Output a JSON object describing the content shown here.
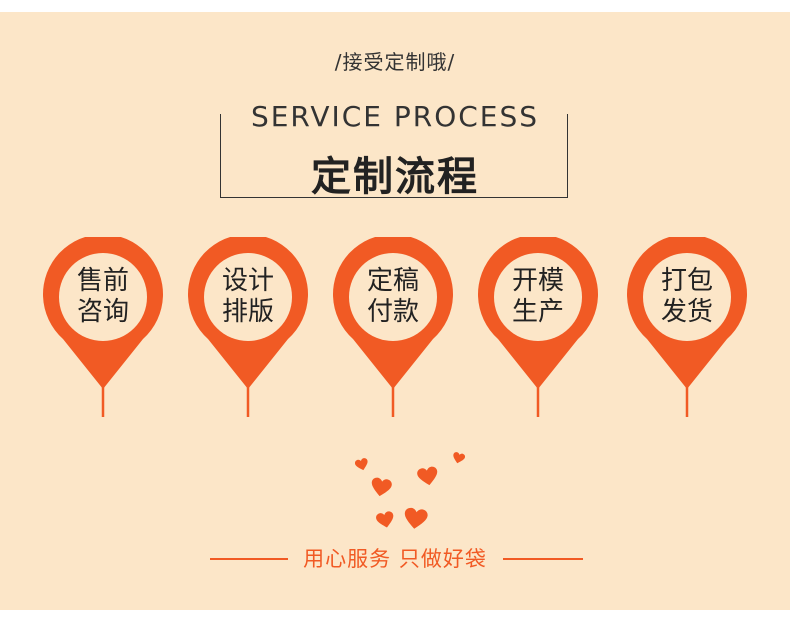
{
  "header": {
    "subtitle": "/接受定制哦/",
    "title_en": "SERVICE PROCESS",
    "title_cn": "定制流程"
  },
  "steps": [
    {
      "line1": "售前",
      "line2": "咨询"
    },
    {
      "line1": "设计",
      "line2": "排版"
    },
    {
      "line1": "定稿",
      "line2": "付款"
    },
    {
      "line1": "开模",
      "line2": "生产"
    },
    {
      "line1": "打包",
      "line2": "发货"
    }
  ],
  "footer": {
    "slogan": "用心服务 只做好袋"
  },
  "colors": {
    "background": "#fce6c8",
    "accent": "#f15a24",
    "text": "#222222"
  }
}
